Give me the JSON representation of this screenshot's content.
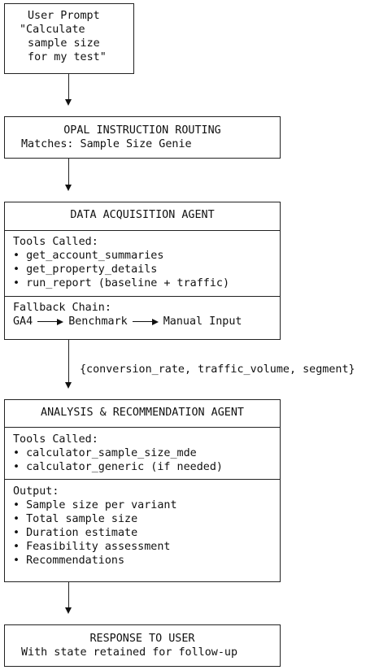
{
  "nodes": {
    "user_prompt": {
      "lines": [
        "User Prompt",
        "\"Calculate",
        " sample size",
        " for my test\""
      ]
    },
    "routing": {
      "title": "OPAL INSTRUCTION ROUTING",
      "subtitle": "Matches: Sample Size Genie"
    },
    "data_agent": {
      "title": "DATA ACQUISITION AGENT",
      "tools_heading": "Tools Called:",
      "tools": [
        "• get_account_summaries",
        "• get_property_details",
        "• run_report (baseline + traffic)"
      ],
      "fallback_heading": "Fallback Chain:",
      "fallback_chain": [
        "GA4",
        "Benchmark",
        "Manual Input"
      ]
    },
    "edge_label": "{conversion_rate, traffic_volume, segment}",
    "analysis_agent": {
      "title": "ANALYSIS & RECOMMENDATION AGENT",
      "tools_heading": "Tools Called:",
      "tools": [
        "• calculator_sample_size_mde",
        "• calculator_generic (if needed)"
      ],
      "output_heading": "Output:",
      "outputs": [
        "• Sample size per variant",
        "• Total sample size",
        "• Duration estimate",
        "• Feasibility assessment",
        "• Recommendations"
      ]
    },
    "response": {
      "title": "RESPONSE TO USER",
      "subtitle": "With state retained for follow-up"
    }
  }
}
